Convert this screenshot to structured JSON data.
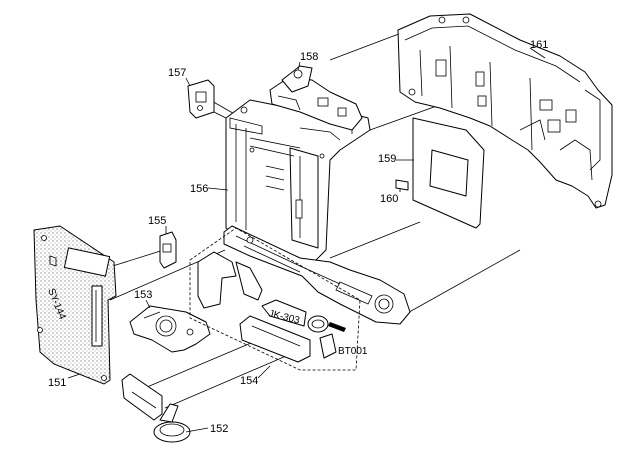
{
  "callouts": [
    {
      "id": "label-151",
      "text": "151"
    },
    {
      "id": "label-152",
      "text": "152"
    },
    {
      "id": "label-153",
      "text": "153"
    },
    {
      "id": "label-154",
      "text": "154"
    },
    {
      "id": "label-155",
      "text": "155"
    },
    {
      "id": "label-156",
      "text": "156"
    },
    {
      "id": "label-157",
      "text": "157"
    },
    {
      "id": "label-158",
      "text": "158"
    },
    {
      "id": "label-159",
      "text": "159"
    },
    {
      "id": "label-160",
      "text": "160"
    },
    {
      "id": "label-161",
      "text": "161"
    }
  ],
  "board_labels": {
    "sy144": "SY-144",
    "jk303": "JK-303",
    "bt001": "BT001"
  }
}
